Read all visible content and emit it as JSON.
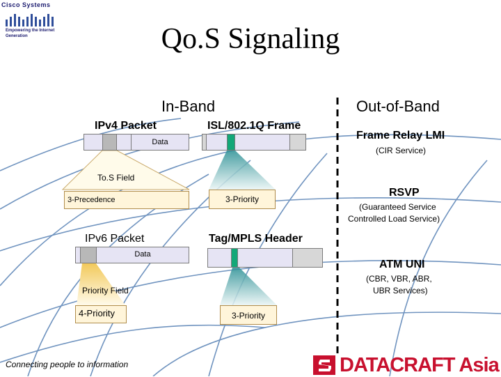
{
  "logo": {
    "brand": "Cisco Systems",
    "tagline": "Empowering the Internet Generation"
  },
  "title": "Qo.S Signaling",
  "in_band": {
    "heading": "In-Band",
    "ipv4_packet": {
      "label": "IPv4 Packet",
      "data_label": "Data"
    },
    "isl_frame": {
      "label": "ISL/802.1Q Frame"
    },
    "tos_field": {
      "label": "To.S Field",
      "precedence": "3-Precedence",
      "priority": "3-Priority"
    },
    "ipv6_packet": {
      "label": "IPv6 Packet",
      "data_label": "Data"
    },
    "tag_mpls": {
      "label": "Tag/MPLS Header"
    },
    "priority_field": {
      "label": "Priority Field",
      "value": "4-Priority"
    },
    "mpls_priority": "3-Priority"
  },
  "out_of_band": {
    "heading": "Out-of-Band",
    "frame_relay": {
      "title": "Frame Relay LMI",
      "detail": "(CIR Service)"
    },
    "rsvp": {
      "title": "RSVP",
      "detail_1": "(Guaranteed Service",
      "detail_2": "Controlled Load Service)"
    },
    "atm_uni": {
      "title": "ATM UNI",
      "detail_1": "(CBR, VBR, ABR,",
      "detail_2": "UBR Services)"
    }
  },
  "footer": {
    "tagline": "Connecting people to information",
    "partner_logo": "DATACRAFT Asia"
  },
  "colors": {
    "packet_fill": "#e6e4f4",
    "tos_fill": "#fff5da",
    "green_segment": "#13a878",
    "callout_teal": "#2f9d9a",
    "datacraft_red": "#c8102e",
    "globe_lines": "#6f93bf"
  }
}
